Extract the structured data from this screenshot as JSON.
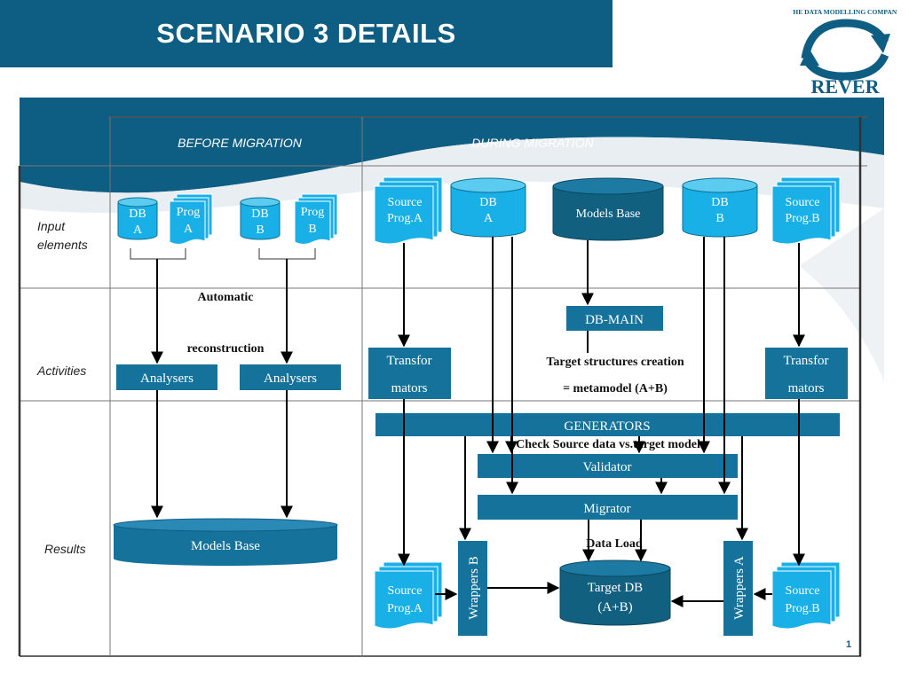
{
  "title": "SCENARIO 3 DETAILS",
  "logo": {
    "company": "THE DATA MODELLING COMPANY",
    "brand": "REVER"
  },
  "columns": {
    "before": "BEFORE MIGRATION",
    "during": "DURING MIGRATION"
  },
  "rows": {
    "input_line1": "Input",
    "input_line2": "elements",
    "activities": "Activities",
    "results": "Results"
  },
  "before": {
    "db_a": [
      "DB",
      "A"
    ],
    "prog_a": [
      "Prog",
      "A"
    ],
    "db_b": [
      "DB",
      "B"
    ],
    "prog_b": [
      "Prog",
      "B"
    ],
    "automatic": "Automatic",
    "reconstruction": "reconstruction",
    "analysers": "Analysers",
    "models_base": "Models Base"
  },
  "during": {
    "source_prog_a": [
      "Source",
      "Prog.A"
    ],
    "db_a": [
      "DB",
      "A"
    ],
    "models_base": "Models Base",
    "db_b": [
      "DB",
      "B"
    ],
    "source_prog_b": [
      "Source",
      "Prog.B"
    ],
    "db_main": "DB-MAIN",
    "transformators": [
      "Transfor",
      "mators"
    ],
    "target_creation": "Target structures creation",
    "metamodel": "= metamodel (A+B)",
    "generators": "GENERATORS",
    "check_source": "Check Source data vs.target model",
    "validator": "Validator",
    "migrator": "Migrator",
    "data_load": "Data Load",
    "wrappers_b": "Wrappers B",
    "wrappers_a": "Wrappers A",
    "target_db": [
      "Target DB",
      "(A+B)"
    ]
  },
  "page_number": "1",
  "colors": {
    "banner": "#0e5d82",
    "box": "#15739b",
    "cyan": "#18b0e6",
    "dark_cyl": "#12607f"
  }
}
